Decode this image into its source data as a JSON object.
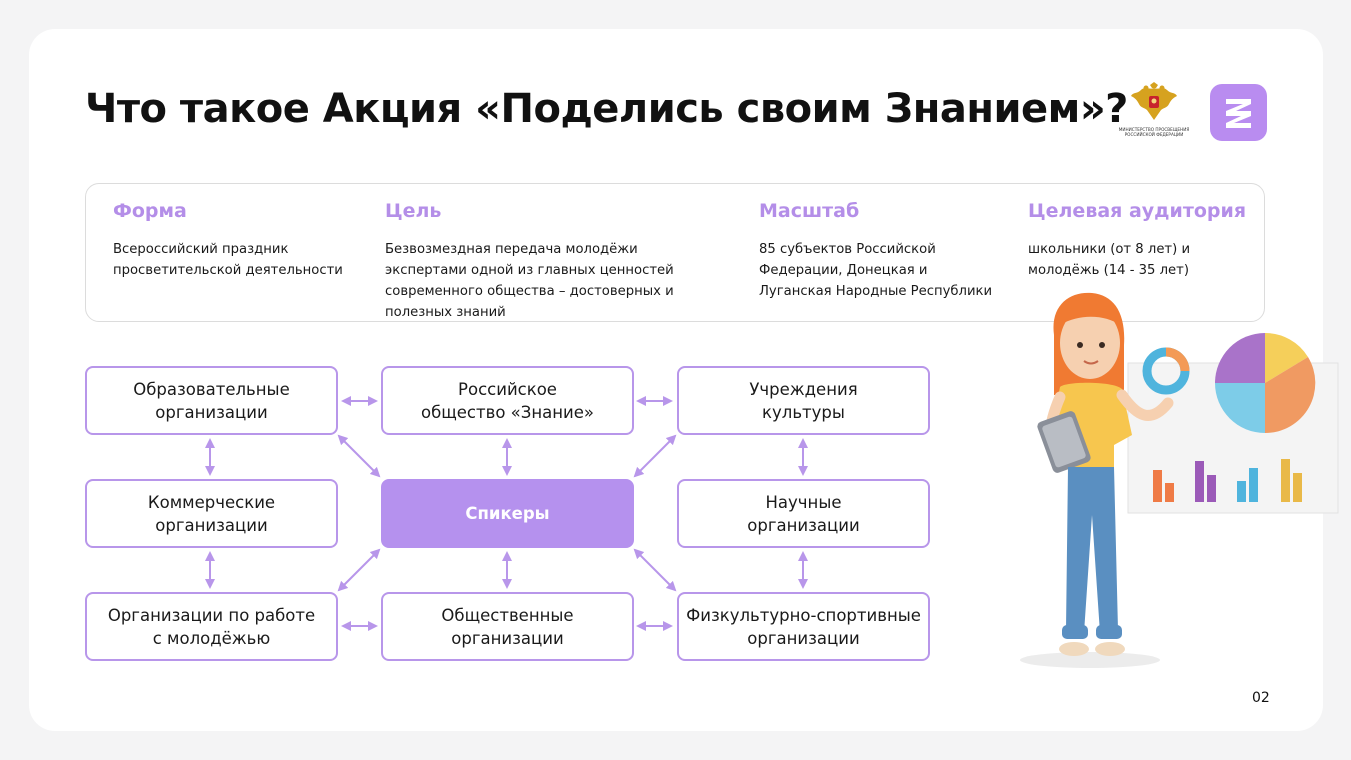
{
  "title": "Что такое Акция «Поделись своим Знанием»?",
  "ministry_caption": "Министерство просвещения Российской Федерации",
  "info": [
    {
      "heading": "Форма",
      "text": "Всероссийский праздник просветительской деятельности"
    },
    {
      "heading": "Цель",
      "text": "Безвозмездная передача молодёжи экспертами одной из главных ценностей современного общества – достоверных и полезных знаний"
    },
    {
      "heading": "Масштаб",
      "text": "85 субъектов Российской Федерации, Донецкая и Луганская Народные Республики"
    },
    {
      "heading": "Целевая аудитория",
      "text": "школьники (от 8 лет) и молодёжь (14 - 35 лет)"
    }
  ],
  "diagram": {
    "nodes": {
      "edu": "Образовательные\nорганизации",
      "znanie": "Российское\nобщество «Знание»",
      "culture": "Учреждения\nкультуры",
      "commercial": "Коммерческие\nорганизации",
      "speakers": "Спикеры",
      "science": "Научные\nорганизации",
      "youth": "Организации по работе\nс молодёжью",
      "public": "Общественные\nорганизации",
      "sport": "Физкультурно-спортивные\nорганизации"
    }
  },
  "page_number": "02",
  "colors": {
    "accent": "#b591ee",
    "heading": "#b48ee8",
    "border": "#b896ea"
  }
}
